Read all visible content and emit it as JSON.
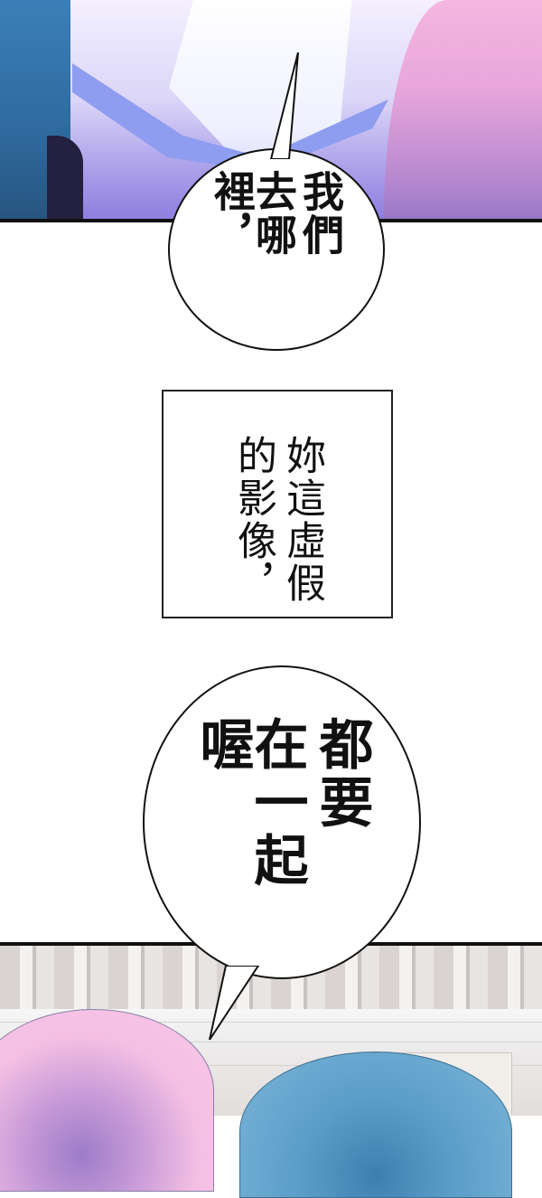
{
  "page": {
    "type": "webtoon-page",
    "background": "#ffffff"
  },
  "panels": {
    "top": {
      "description": "close-up of two characters, blue-haired left, pink-haired right, lavender shirt",
      "colors": {
        "blue_hair": "#2f6a9e",
        "pink_hair": "#e8a6db",
        "shirt": "#a89be8",
        "border": "#111111"
      }
    },
    "bottom": {
      "description": "two characters' heads (pink and blue hair) in front of a white terrace building",
      "colors": {
        "pink_hair": "#f4bfe3",
        "blue_hair": "#5a9cc8",
        "building": "#e8e4e1"
      }
    }
  },
  "bubbles": {
    "first": {
      "columns": [
        "我們",
        "去哪裡，"
      ],
      "style": "bold"
    },
    "second": {
      "columns": [
        "都要",
        "在一起喔"
      ],
      "style": "bold"
    }
  },
  "narration": {
    "columns": [
      "妳這虛假",
      "的影像，"
    ],
    "style": "regular"
  }
}
